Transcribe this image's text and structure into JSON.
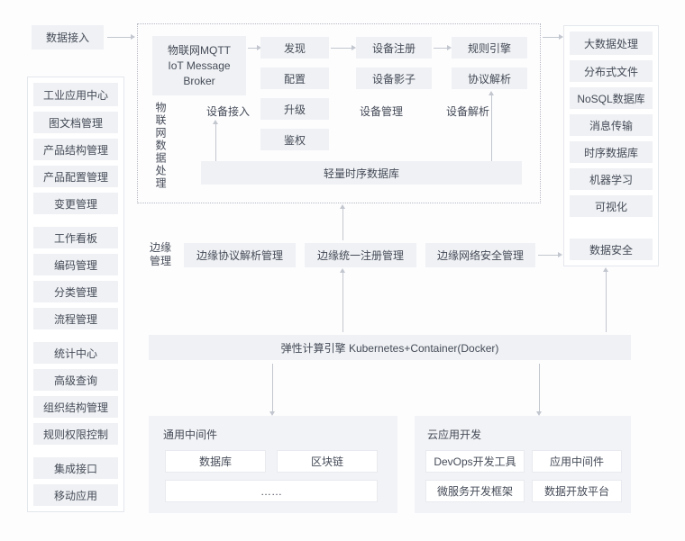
{
  "colors": {
    "box_fill": "#eff1f4",
    "container_border": "#e4e7ec",
    "dotted_border": "#b6bac2",
    "arrow": "#c2c6ce",
    "text": "#454b57"
  },
  "data_access": {
    "label": "数据接入"
  },
  "industrial_center": {
    "title": "工业应用中心",
    "items": [
      "图文档管理",
      "产品结构管理",
      "产品配置管理",
      "变更管理",
      "工作看板",
      "编码管理",
      "分类管理",
      "流程管理",
      "统计中心",
      "高级查询",
      "组织结构管理",
      "规则权限控制",
      "集成接口",
      "移动应用"
    ]
  },
  "iot_platform": {
    "vertical_label": "物联网数据处理",
    "broker_lines": [
      "物联网MQTT",
      "IoT Message",
      "Broker"
    ],
    "group_labels": {
      "access": "设备接入",
      "management": "设备管理",
      "parsing": "设备解析"
    },
    "access_items": [
      "发现",
      "配置",
      "升级",
      "鉴权"
    ],
    "management_items": [
      "设备注册",
      "设备影子"
    ],
    "parsing_items": [
      "规则引擎",
      "协议解析"
    ],
    "tsdb_label": "轻量时序数据库"
  },
  "big_data": {
    "title": "大数据处理",
    "items": [
      "分布式文件",
      "NoSQL数据库",
      "消息传输",
      "时序数据库",
      "机器学习",
      "可视化",
      "数据安全"
    ]
  },
  "edge": {
    "label": "边缘管理",
    "items": [
      "边缘协议解析管理",
      "边缘统一注册管理",
      "边缘网络安全管理"
    ]
  },
  "compute_engine": {
    "label": "弹性计算引擎 Kubernetes+Container(Docker)"
  },
  "middleware": {
    "title": "通用中间件",
    "items": [
      "数据库",
      "区块链"
    ],
    "more": "……"
  },
  "cloud_dev": {
    "title": "云应用开发",
    "items": [
      "DevOps开发工具",
      "应用中间件",
      "微服务开发框架",
      "数据开放平台"
    ]
  }
}
